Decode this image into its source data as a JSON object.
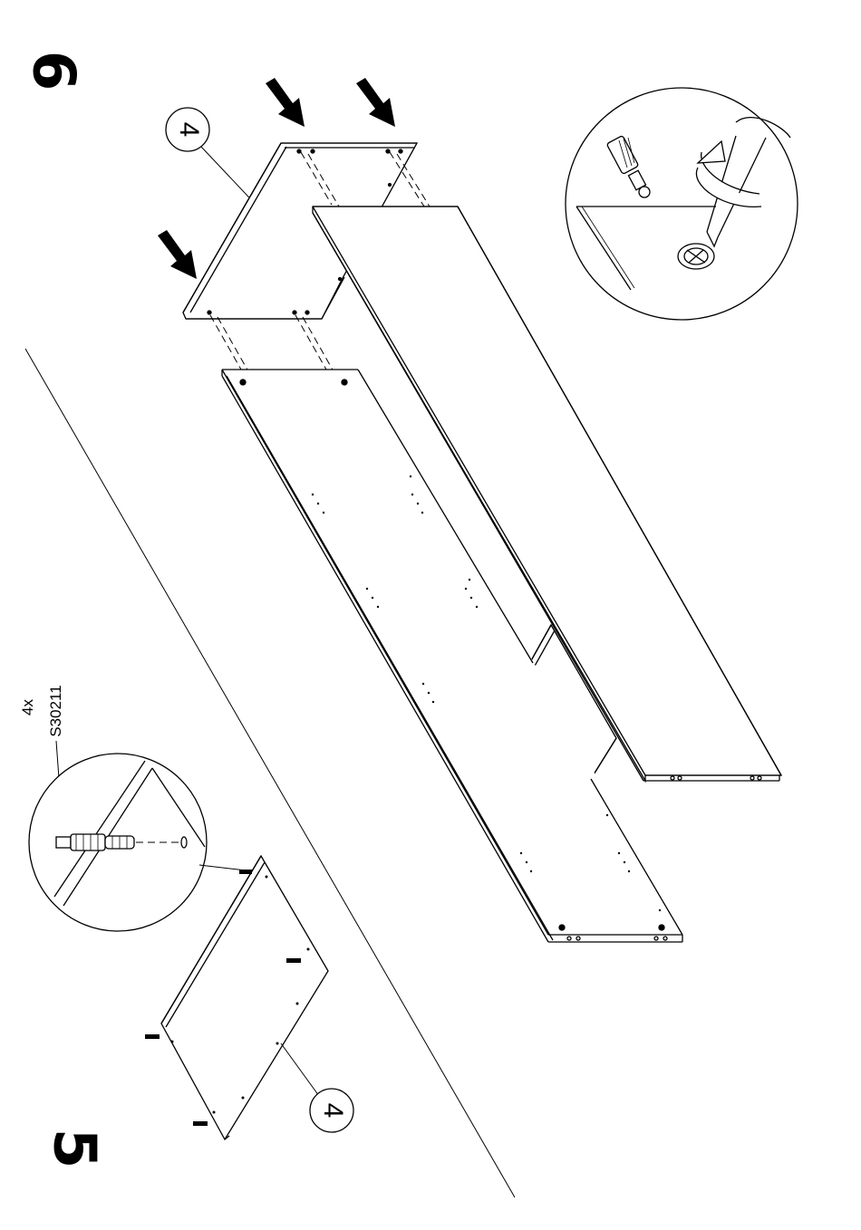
{
  "steps": {
    "step5": {
      "number": "5"
    },
    "step6": {
      "number": "6"
    }
  },
  "parts": {
    "callout_step5": "4",
    "callout_step6": "4"
  },
  "hardware": {
    "quantity": "4x",
    "code": "S30211"
  },
  "icons": [
    "push-arrow-icon",
    "screwdriver-icon",
    "rotate-arrow-icon",
    "cam-lock-icon",
    "dowel-icon"
  ]
}
